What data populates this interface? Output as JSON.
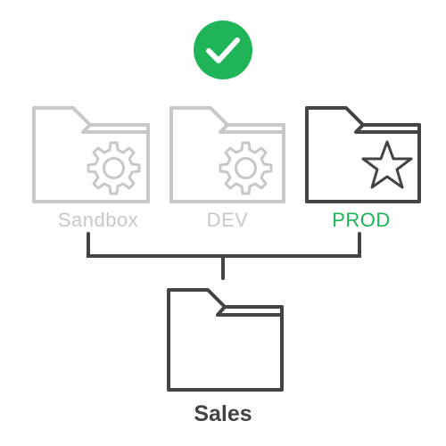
{
  "colors": {
    "inactive": "#c8c8c8",
    "active": "#444444",
    "success": "#1eb457",
    "connector": "#444444"
  },
  "status_icon": "check-circle-icon",
  "environments": [
    {
      "label": "Sandbox",
      "icon": "gear-icon",
      "state": "inactive"
    },
    {
      "label": "DEV",
      "icon": "gear-icon",
      "state": "inactive"
    },
    {
      "label": "PROD",
      "icon": "star-icon",
      "state": "active"
    }
  ],
  "parent": {
    "label": "Sales",
    "icon": "folder-icon"
  }
}
